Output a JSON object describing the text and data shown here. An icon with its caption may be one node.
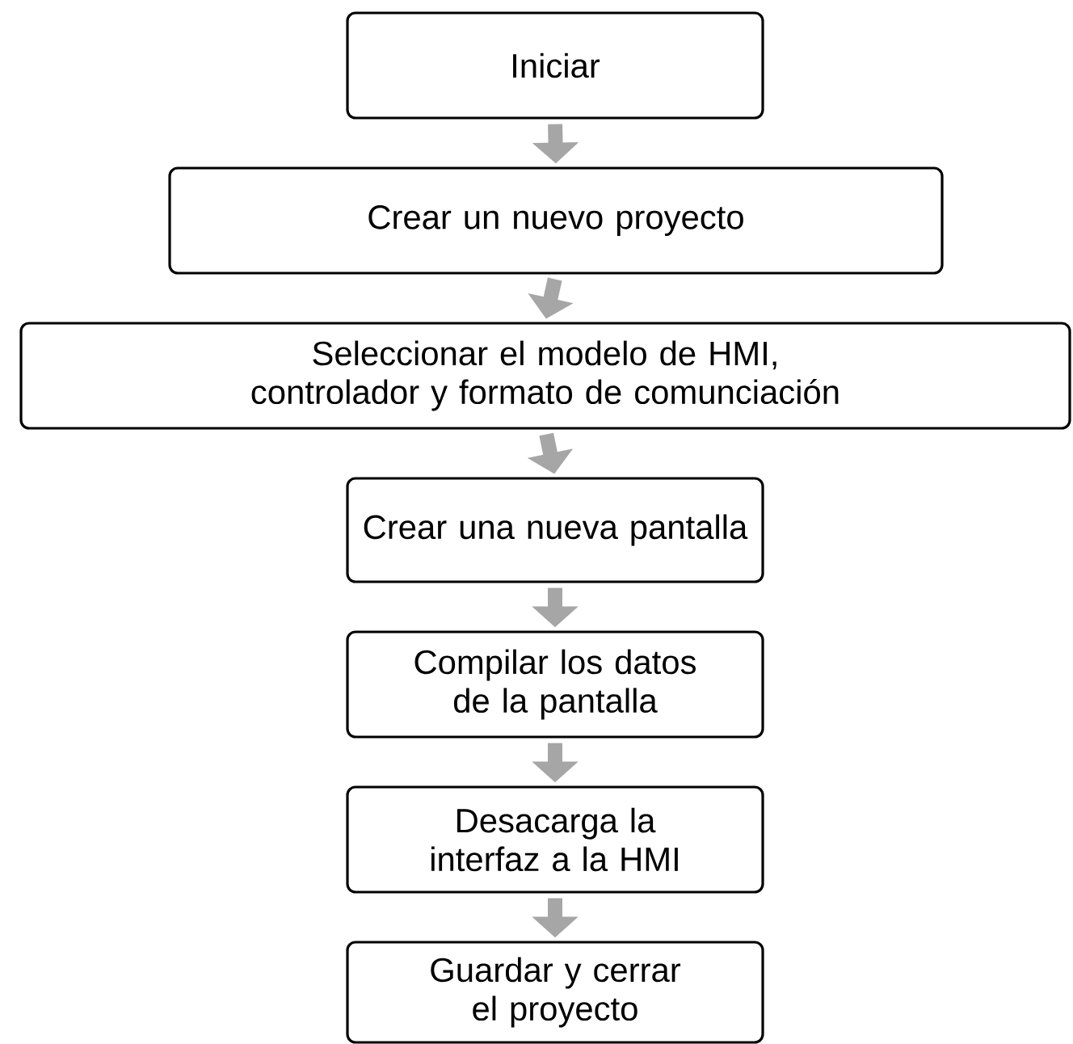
{
  "diagram": {
    "nodes": [
      {
        "text": [
          "Iniciar"
        ]
      },
      {
        "text": [
          "Crear un nuevo proyecto"
        ]
      },
      {
        "text": [
          "Seleccionar el modelo de HMI, controlador y formato de comunciación"
        ]
      },
      {
        "text": [
          "Crear una nueva pantalla"
        ]
      },
      {
        "text": [
          "Compilar los datos de la pantalla"
        ]
      },
      {
        "text": [
          "Desacarga la interfaz a la HMI"
        ]
      },
      {
        "text": [
          "Guardar y cerrar el proyecto"
        ]
      }
    ],
    "edges": [
      {
        "from": 0,
        "to": 1,
        "arrow": "to"
      },
      {
        "from": 1,
        "to": 2,
        "arrow": "to"
      },
      {
        "from": 2,
        "to": 3,
        "arrow": "to"
      },
      {
        "from": 3,
        "to": 4,
        "arrow": "to"
      },
      {
        "from": 4,
        "to": 5,
        "arrow": "to"
      },
      {
        "from": 5,
        "to": 6,
        "arrow": "to"
      }
    ]
  }
}
